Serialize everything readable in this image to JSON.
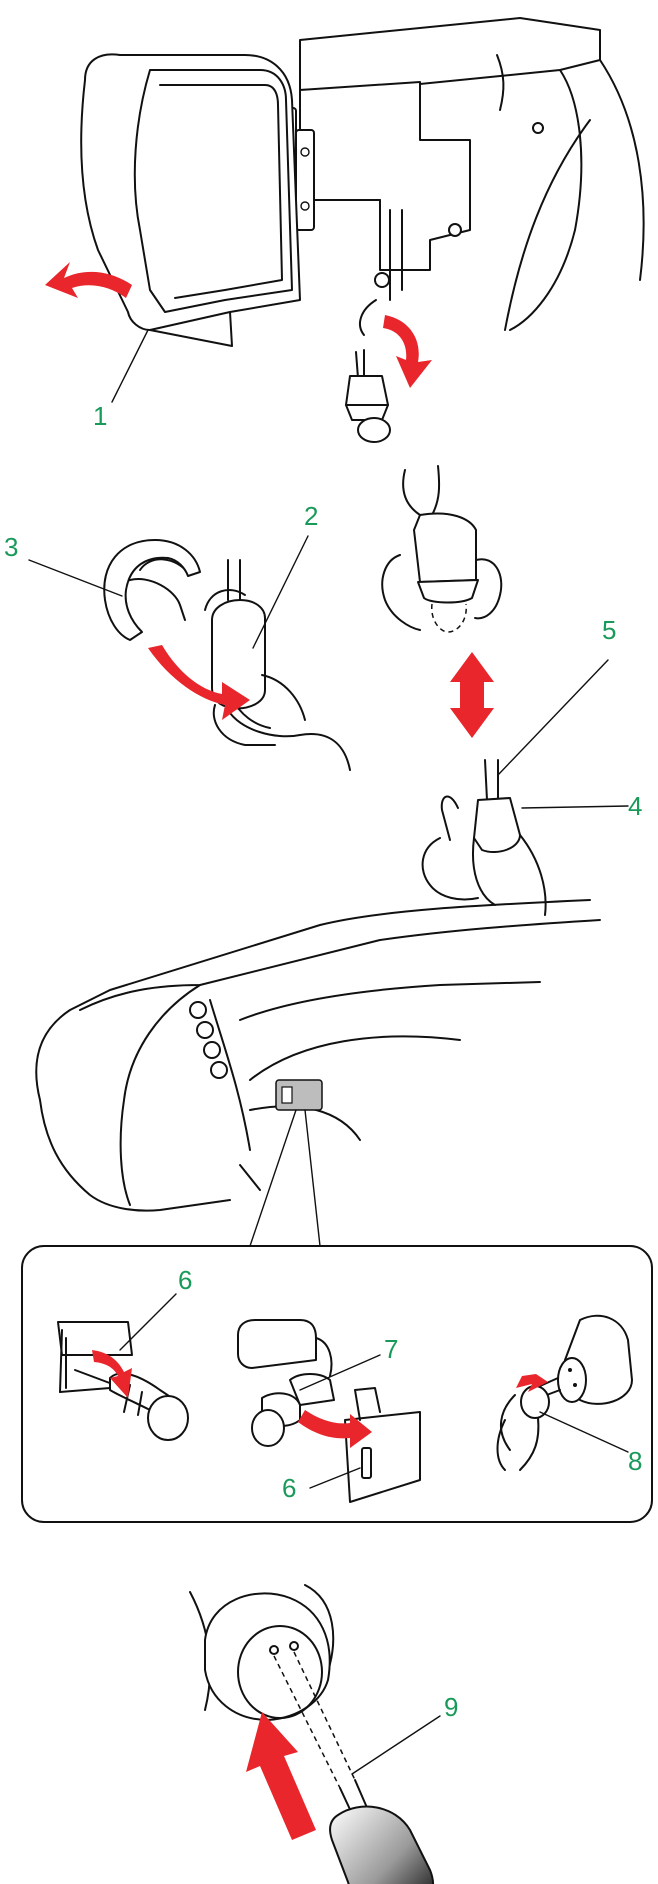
{
  "callouts": {
    "c1": "1",
    "c2": "2",
    "c3": "3",
    "c4": "4",
    "c5": "5",
    "c6a": "6",
    "c6b": "6",
    "c7": "7",
    "c8": "8",
    "c9": "9"
  },
  "colors": {
    "arrow": "#e8262c",
    "callout_text": "#1a9a5a",
    "line": "#111111"
  }
}
